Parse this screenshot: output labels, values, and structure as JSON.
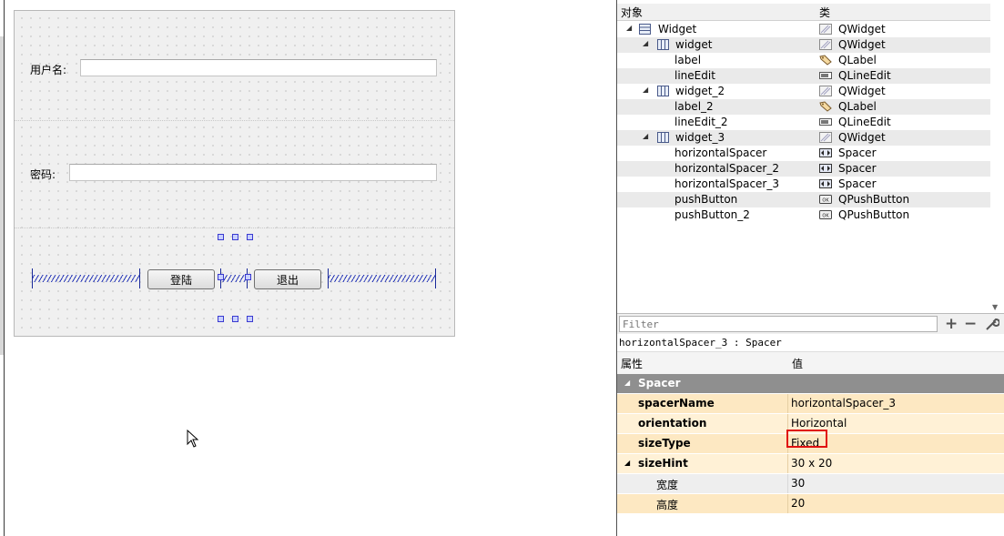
{
  "form": {
    "username_label": "用户名:",
    "password_label": "密码:",
    "login_button": "登陆",
    "exit_button": "退出"
  },
  "object_inspector": {
    "col_object": "对象",
    "col_class": "类",
    "rows": [
      {
        "name": "Widget",
        "cls": "QWidget"
      },
      {
        "name": "widget",
        "cls": "QWidget"
      },
      {
        "name": "label",
        "cls": "QLabel"
      },
      {
        "name": "lineEdit",
        "cls": "QLineEdit"
      },
      {
        "name": "widget_2",
        "cls": "QWidget"
      },
      {
        "name": "label_2",
        "cls": "QLabel"
      },
      {
        "name": "lineEdit_2",
        "cls": "QLineEdit"
      },
      {
        "name": "widget_3",
        "cls": "QWidget"
      },
      {
        "name": "horizontalSpacer",
        "cls": "Spacer"
      },
      {
        "name": "horizontalSpacer_2",
        "cls": "Spacer"
      },
      {
        "name": "horizontalSpacer_3",
        "cls": "Spacer"
      },
      {
        "name": "pushButton",
        "cls": "QPushButton"
      },
      {
        "name": "pushButton_2",
        "cls": "QPushButton"
      }
    ]
  },
  "filter": {
    "placeholder": "Filter"
  },
  "property_editor": {
    "caption": "horizontalSpacer_3 : Spacer",
    "col_property": "属性",
    "col_value": "值",
    "group": "Spacer",
    "spacerName_label": "spacerName",
    "spacerName_value": "horizontalSpacer_3",
    "orientation_label": "orientation",
    "orientation_value": "Horizontal",
    "sizeType_label": "sizeType",
    "sizeType_value": "Fixed",
    "sizeHint_label": "sizeHint",
    "sizeHint_value": "30 x 20",
    "width_label": "宽度",
    "width_value": "30",
    "height_label": "高度",
    "height_value": "20"
  }
}
